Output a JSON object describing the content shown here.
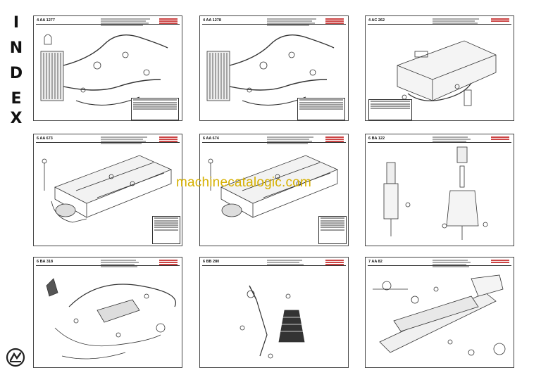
{
  "sidebar": {
    "index_letters": [
      "I",
      "N",
      "D",
      "E",
      "X"
    ]
  },
  "watermark": {
    "text": "machinecatalogic.com",
    "color": "#d6b000"
  },
  "panels": [
    {
      "code": "4 AA 1277",
      "icon": "radiator-pipework-diagram"
    },
    {
      "code": "4 AA 1278",
      "icon": "radiator-pipework-diagram"
    },
    {
      "code": "4 AC 262",
      "icon": "fuel-tank-diagram"
    },
    {
      "code": "6 AA 673",
      "icon": "chassis-frame-diagram"
    },
    {
      "code": "6 AA 674",
      "icon": "chassis-frame-diagram"
    },
    {
      "code": "6 BA 122",
      "icon": "hydraulic-cylinder-diagram"
    },
    {
      "code": "6 BA 318",
      "icon": "brake-pedal-diagram"
    },
    {
      "code": "6 BB 280",
      "icon": "control-linkage-diagram"
    },
    {
      "code": "7 AA 82",
      "icon": "axle-assembly-diagram"
    }
  ],
  "colors": {
    "line": "#333333",
    "border": "#444444"
  }
}
